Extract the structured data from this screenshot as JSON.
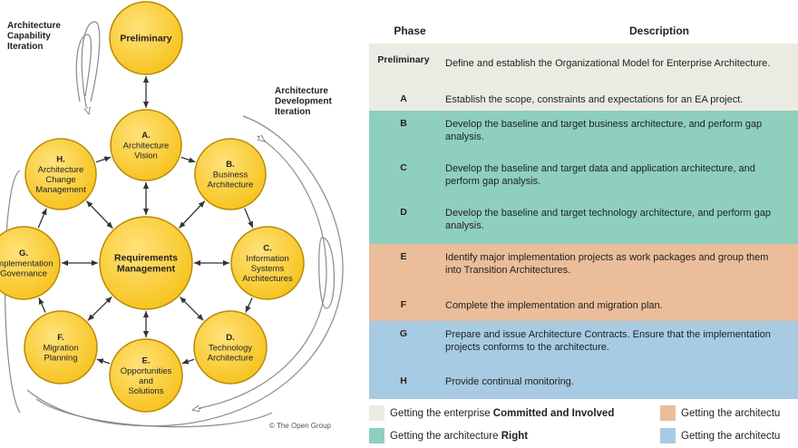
{
  "diagram": {
    "labels": {
      "capability_iteration": [
        "Architecture",
        "Capability",
        "Iteration"
      ],
      "development_iteration": [
        "Architecture",
        "Development",
        "Iteration"
      ],
      "copyright": "© The Open Group"
    },
    "nodes": {
      "preliminary": [
        "Preliminary"
      ],
      "a": [
        "A.",
        "Architecture",
        "Vision"
      ],
      "b": [
        "B.",
        "Business",
        "Architecture"
      ],
      "c": [
        "C.",
        "Information",
        "Systems",
        "Architectures"
      ],
      "d": [
        "D.",
        "Technology",
        "Architecture"
      ],
      "e": [
        "E.",
        "Opportunities",
        "and",
        "Solutions"
      ],
      "f": [
        "F.",
        "Migration",
        "Planning"
      ],
      "g": [
        "G.",
        "Implementation",
        "Governance"
      ],
      "h": [
        "H.",
        "Architecture",
        "Change",
        "Management"
      ],
      "center": [
        "Requirements",
        "Management"
      ]
    },
    "colors": {
      "node_fill": "#f6c21b",
      "node_stroke": "#b88a06",
      "arrow": "#333333",
      "loop": "#8a8a8a"
    }
  },
  "table": {
    "headers": {
      "phase": "Phase",
      "description": "Description"
    },
    "rows": [
      {
        "phase": "Preliminary",
        "lines": [
          "Define and establish the Organizational Model for Enterprise Architecture."
        ]
      },
      {
        "phase": "A",
        "lines": [
          "Establish the scope, constraints and expectations for an EA project."
        ]
      },
      {
        "phase": "B",
        "lines": [
          "Develop the baseline and target business architecture, and perform gap",
          "analysis."
        ]
      },
      {
        "phase": "C",
        "lines": [
          "Develop the baseline and target data and application architecture, and",
          "perform gap analysis."
        ]
      },
      {
        "phase": "D",
        "lines": [
          "Develop the baseline and target technology architecture, and perform gap",
          "analysis."
        ]
      },
      {
        "phase": "E",
        "lines": [
          "Identify major implementation projects as work packages and group them",
          "into Transition Architectures."
        ]
      },
      {
        "phase": "F",
        "lines": [
          "Complete the implementation and migration plan."
        ]
      },
      {
        "phase": "G",
        "lines": [
          "Prepare and issue Architecture Contracts. Ensure that the implementation",
          "projects conforms to the architecture."
        ]
      },
      {
        "phase": "H",
        "lines": [
          "Provide continual monitoring."
        ]
      }
    ],
    "row_colors": [
      "#ecebe3",
      "#ecebe3",
      "#8fcfbd",
      "#8fcfbd",
      "#8fcfbd",
      "#ebbd9b",
      "#ebbd9b",
      "#a6cbe2",
      "#a6cbe2"
    ]
  },
  "legend": [
    {
      "prefix": "Getting the enterprise ",
      "bold": "Committed and Involved",
      "color": "#ecebe3"
    },
    {
      "prefix": "Getting the architecture ",
      "bold": "Right",
      "color": "#8fcfbd"
    },
    {
      "prefix": "Getting the architectu",
      "bold": "",
      "color": "#ebbd9b"
    },
    {
      "prefix": "Getting the architectu",
      "bold": "",
      "color": "#a6cbe2"
    }
  ]
}
